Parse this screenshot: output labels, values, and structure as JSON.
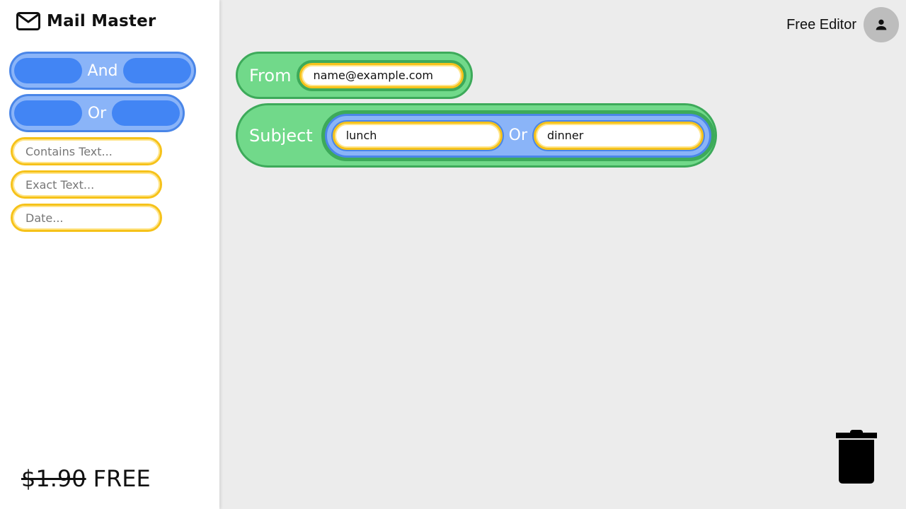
{
  "app": {
    "title": "Mail Master",
    "icon": "mail-icon"
  },
  "palette": {
    "logic_blocks": [
      {
        "operator": "And"
      },
      {
        "operator": "Or"
      }
    ],
    "inputs": [
      {
        "placeholder": "Contains Text..."
      },
      {
        "placeholder": "Exact Text..."
      },
      {
        "placeholder": "Date..."
      }
    ]
  },
  "pricing": {
    "old": "$1.90",
    "new": "FREE"
  },
  "header": {
    "editor_label": "Free Editor",
    "avatar_icon": "person-icon"
  },
  "canvas": {
    "from": {
      "label": "From",
      "value": "name@example.com"
    },
    "subject": {
      "label": "Subject",
      "operator": "Or",
      "left_value": "lunch",
      "right_value": "dinner"
    }
  },
  "trash": {
    "icon": "trash-icon"
  },
  "colors": {
    "logic_fill": "#8ab4f8",
    "logic_border": "#4a86e8",
    "logic_slot": "#4285f4",
    "field_fill": "#71d98a",
    "field_border": "#3daa5a",
    "input_border": "#f6c21a",
    "canvas_bg": "#ececec"
  }
}
